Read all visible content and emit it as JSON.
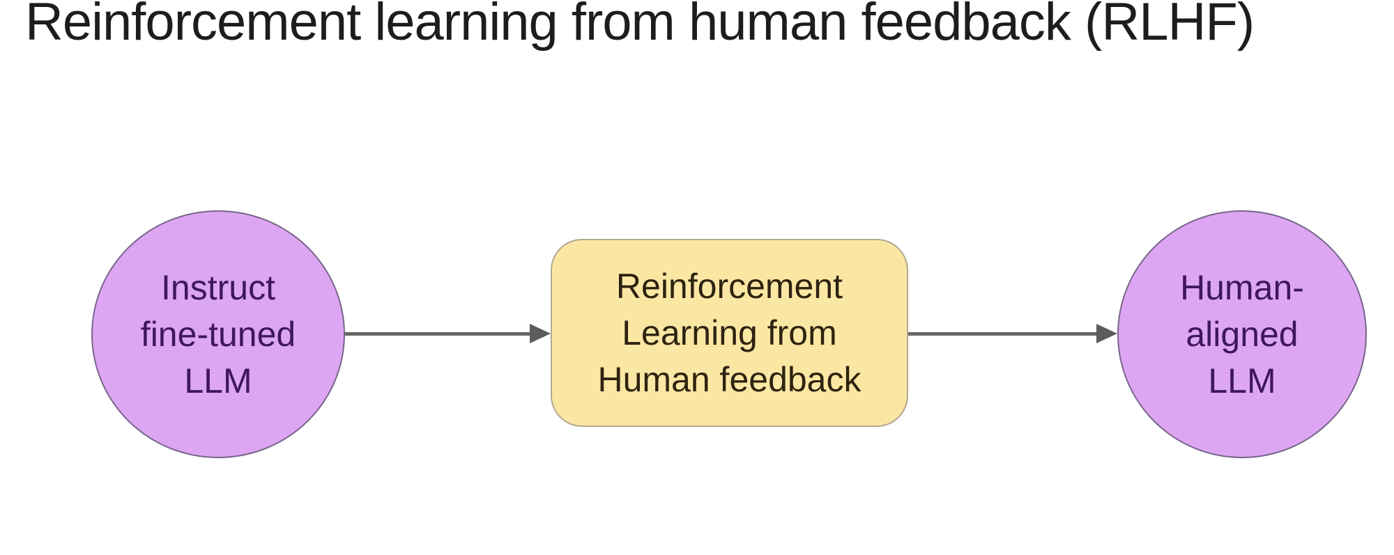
{
  "slide": {
    "title": "Reinforcement learning from human feedback (RLHF)",
    "background_color": "#ffffff",
    "title_color": "#1d1d1d"
  },
  "diagram": {
    "type": "flowchart",
    "direction": "left-to-right",
    "arrow_color": "#666666",
    "nodes": [
      {
        "id": "instruct-llm",
        "label": "Instruct\nfine-tuned\nLLM",
        "shape": "circle",
        "fill": "#dda6f2",
        "border_color": "#77658a",
        "text_color": "#3f175a"
      },
      {
        "id": "rlhf-process",
        "label": "Reinforcement\nLearning from\nHuman feedback",
        "shape": "rounded-rectangle",
        "fill": "#fbe7a4",
        "border_color": "#b1a88e",
        "text_color": "#2e2310"
      },
      {
        "id": "human-aligned-llm",
        "label": "Human-\naligned\nLLM",
        "shape": "circle",
        "fill": "#dda6f2",
        "border_color": "#77658a",
        "text_color": "#3f175a"
      }
    ],
    "edges": [
      {
        "from": "instruct-llm",
        "to": "rlhf-process",
        "style": "solid-arrow"
      },
      {
        "from": "rlhf-process",
        "to": "human-aligned-llm",
        "style": "solid-arrow"
      }
    ]
  }
}
